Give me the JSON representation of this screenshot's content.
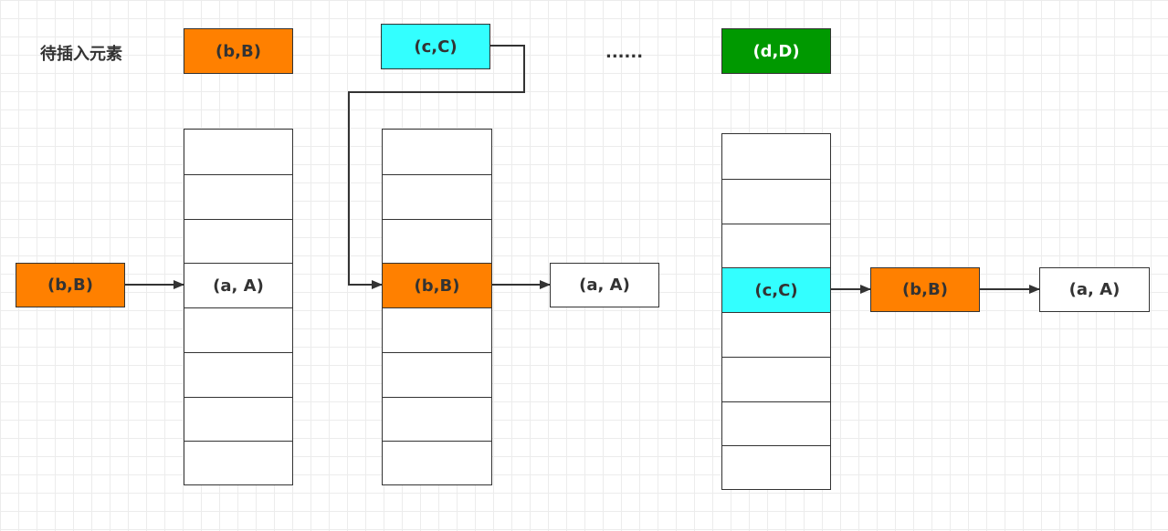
{
  "legend": {
    "title": "待插入元素",
    "ellipsis": "......"
  },
  "pending": {
    "b": "(b,B)",
    "c": "(c,C)",
    "d": "(d,D)"
  },
  "entries": {
    "b": "(b,B)",
    "a": "(a, A)",
    "c": "(c,C)"
  },
  "colors": {
    "orange": "#ff8000",
    "cyan": "#33ffff",
    "green": "#009900",
    "stroke": "#333333"
  }
}
